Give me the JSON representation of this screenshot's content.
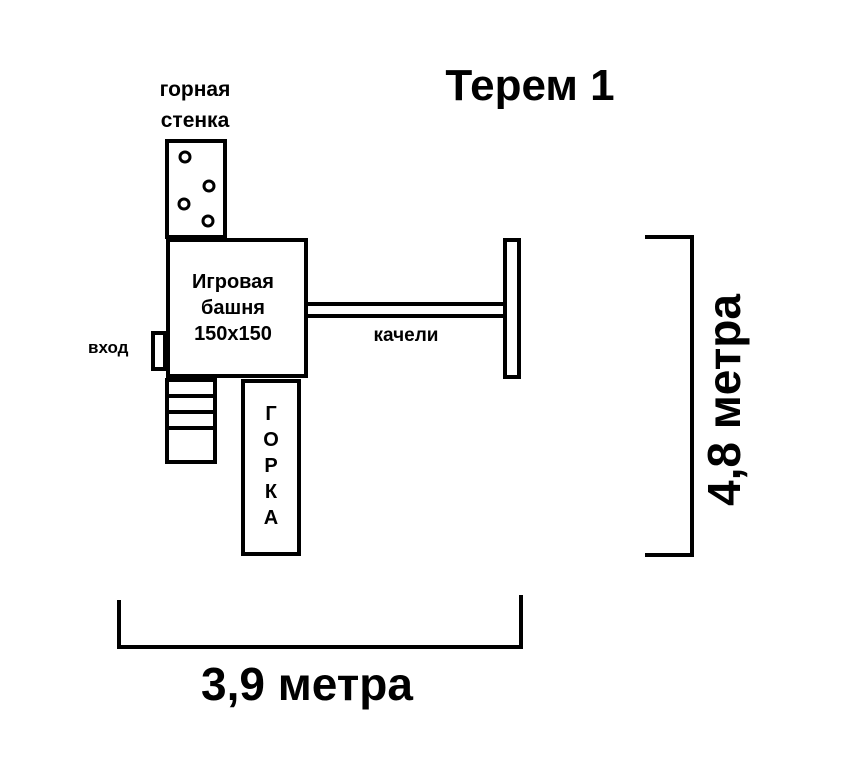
{
  "title": "Терем 1",
  "climbing_wall": {
    "label_line1": "горная",
    "label_line2": "стенка"
  },
  "tower": {
    "label_line1": "Игровая",
    "label_line2": "башня",
    "label_line3": "150х150"
  },
  "entrance": {
    "label": "вход"
  },
  "swing": {
    "label": "качели"
  },
  "slide": {
    "letters": [
      "Г",
      "О",
      "Р",
      "К",
      "А"
    ]
  },
  "dimensions": {
    "height": "4,8 метра",
    "width": "3,9 метра"
  },
  "colors": {
    "ink": "#000000",
    "background": "#ffffff"
  }
}
